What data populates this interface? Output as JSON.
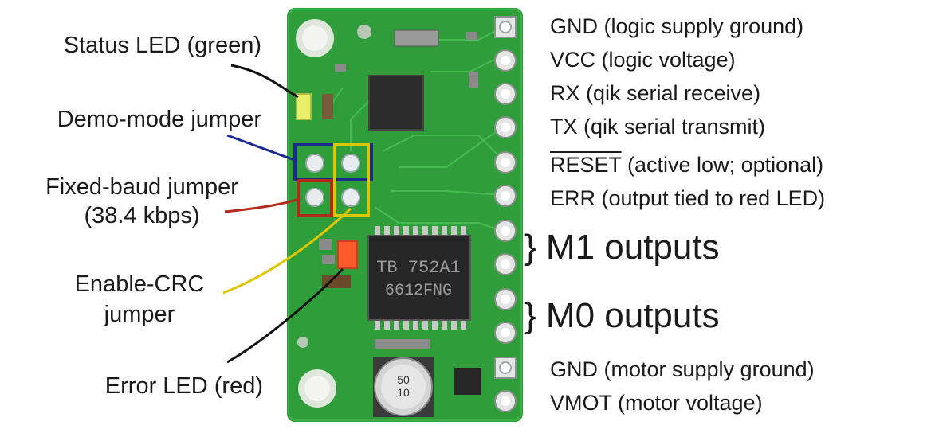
{
  "callouts_left": {
    "status_led": "Status LED (green)",
    "demo_mode": "Demo-mode jumper",
    "fixed_baud_1": "Fixed-baud jumper",
    "fixed_baud_2": "(38.4 kbps)",
    "enable_crc_1": "Enable-CRC",
    "enable_crc_2": "jumper",
    "error_led": "Error LED (red)"
  },
  "pins_right": {
    "gnd_logic": "GND (logic supply ground)",
    "vcc": "VCC (logic voltage)",
    "rx": "RX (qik serial receive)",
    "tx": "TX (qik serial transmit)",
    "reset_name": "RESET",
    "reset_desc": " (active low; optional)",
    "err": "ERR (output tied to red LED)",
    "gnd_motor": "GND (motor supply ground)",
    "vmot": "VMOT (motor voltage)"
  },
  "outputs": {
    "m1": "} M1 outputs",
    "m0": "} M0 outputs"
  },
  "board_markings": {
    "driver_chip_line1": "TB 752A1",
    "driver_chip_line2": "6612FNG",
    "capacitor_line1": "50",
    "capacitor_line2": "10"
  },
  "colors": {
    "pcb": "#2f9e3a",
    "pcb_dark": "#1f7a2a",
    "demo_jumper_box": "#1b2a8c",
    "fixed_baud_box": "#b32a1a",
    "crc_box": "#e0c400",
    "status_led": "#e8f06a",
    "error_led": "#ff5a2a"
  }
}
